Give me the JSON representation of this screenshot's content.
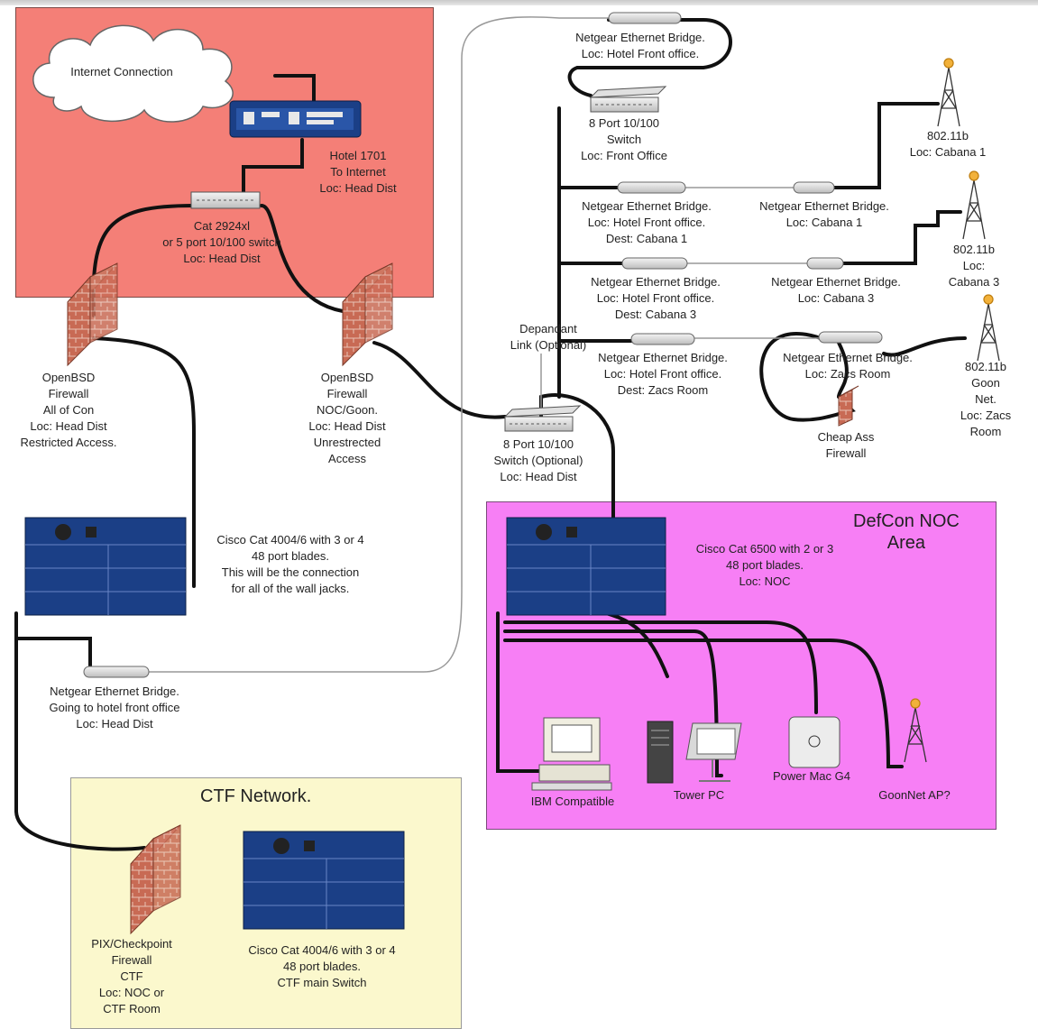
{
  "zones": {
    "head_dist_title": "",
    "noc_title": "DefCon NOC\nArea",
    "ctf_title": "CTF Network."
  },
  "labels": {
    "internet": "Internet Connection",
    "hotel1701": "Hotel 1701\nTo Internet\nLoc: Head Dist",
    "cat2924": "Cat 2924xl\nor 5 port 10/100 switch\nLoc: Head Dist",
    "fw_allcon": "OpenBSD\nFirewall\nAll of Con\nLoc: Head Dist\nRestricted Access.",
    "fw_noc": "OpenBSD\nFirewall\nNOC/Goon.\nLoc: Head Dist\nUnrestrected\nAccess",
    "cat4004": "Cisco Cat 4004/6 with 3 or 4\n48 port blades.\nThis will be the connection\nfor all of the wall jacks.",
    "bridge_head": "Netgear Ethernet Bridge.\nGoing to hotel front office\nLoc: Head Dist",
    "bridge_front_top": "Netgear Ethernet Bridge.\nLoc: Hotel Front office.",
    "switch_front": "8 Port 10/100\nSwitch\nLoc: Front Office",
    "bridge_fo_cab1": "Netgear Ethernet Bridge.\nLoc: Hotel Front office.\nDest: Cabana 1",
    "bridge_cab1": "Netgear Ethernet Bridge.\nLoc: Cabana 1",
    "ap_cab1": "802.11b\nLoc: Cabana 1",
    "bridge_fo_cab3": "Netgear Ethernet Bridge.\nLoc: Hotel Front office.\nDest: Cabana 3",
    "bridge_cab3": "Netgear Ethernet Bridge.\nLoc: Cabana 3",
    "ap_cab3": "802.11b\nLoc: Cabana 3",
    "dependant_link": "Depandant\nLink (Optional)",
    "bridge_fo_zacs": "Netgear Ethernet Bridge.\nLoc: Hotel Front office.\nDest: Zacs Room",
    "bridge_zacs": "Netgear Ethernet Bridge.\nLoc: Zacs Room",
    "ap_goon": "802.11b\nGoon Net.\nLoc: Zacs Room",
    "cheap_fw": "Cheap Ass\nFirewall",
    "switch_head": "8 Port 10/100\nSwitch (Optional)\nLoc: Head Dist",
    "cat6500": "Cisco Cat 6500 with 2 or 3\n48 port blades.\nLoc: NOC",
    "ibm": "IBM Compatible",
    "tower": "Tower PC",
    "powermac": "Power Mac G4",
    "goonnet_ap": "GoonNet AP?",
    "pix": "PIX/Checkpoint\nFirewall\nCTF\nLoc:  NOC or\nCTF Room",
    "cat4004_ctf": "Cisco Cat 4004/6 with 3 or 4\n48 port blades.\nCTF main Switch"
  },
  "colors": {
    "head_dist_zone": "#f47f77",
    "noc_zone": "#f77ff5",
    "ctf_zone": "#fbf8cd",
    "cable": "#111111",
    "wireless_link": "#999999",
    "cisco_blue": "#1b3f86",
    "brick": "#c86a54"
  }
}
